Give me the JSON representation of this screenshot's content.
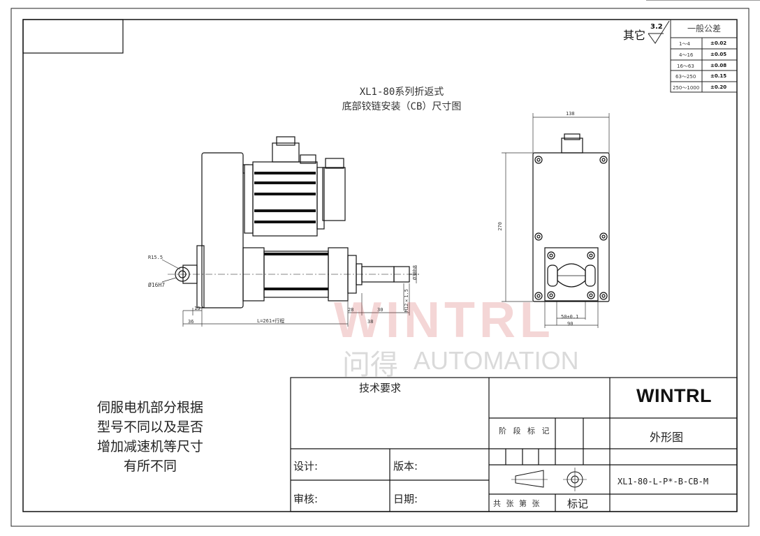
{
  "drawing": {
    "title_line1": "XL1-80系列折返式",
    "title_line2": "底部铰链安装（CB）尺寸图",
    "surface_label": "其它",
    "surface_value": "3.2"
  },
  "tolerance": {
    "header": "一般公差",
    "rows": [
      {
        "range": "1～4",
        "value": "±0.02"
      },
      {
        "range": "4～16",
        "value": "±0.05"
      },
      {
        "range": "16～63",
        "value": "±0.08"
      },
      {
        "range": "63～250",
        "value": "±0.15"
      },
      {
        "range": "250～1000",
        "value": "±0.20"
      }
    ]
  },
  "dimensions": {
    "r": "R15.5",
    "dia": "Ø16H7",
    "d1": "13",
    "d2": "36",
    "d3": "L=261+行程",
    "d4": "28",
    "d5": "30",
    "d6": "38",
    "d7": "Ø30h8",
    "d8": "M12×1.5",
    "d9": "138",
    "d10": "270",
    "d11": "50±0.1",
    "d12": "90"
  },
  "note": {
    "line1": "伺服电机部分根据",
    "line2": "型号不同以及是否",
    "line3": "增加减速机等尺寸",
    "line4": "有所不同"
  },
  "title_block": {
    "tech_req": "技术要求",
    "brand": "WINTRL",
    "stage": "阶 段 标 记",
    "name": "外形图",
    "design": "设计:",
    "version": "版本:",
    "review": "审核:",
    "date": "日期:",
    "sheets": "共  张  第  张",
    "mark": "标记",
    "part_number": "XL1-80-L-P*-B-CB-M"
  },
  "watermark": {
    "text": "WINTRL",
    "cn": "问得",
    "sub": "AUTOMATION"
  }
}
